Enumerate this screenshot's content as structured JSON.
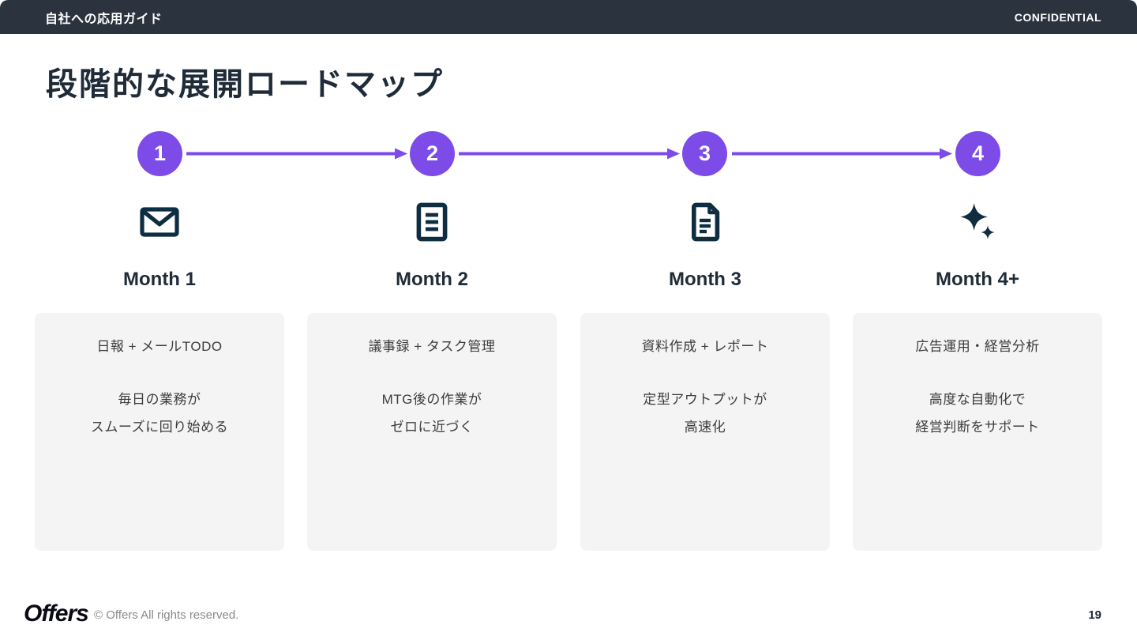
{
  "header": {
    "label": "自社への応用ガイド",
    "confidential": "CONFIDENTIAL"
  },
  "title": "段階的な展開ロードマップ",
  "colors": {
    "accent": "#7C4BE8",
    "header-bg": "#2A333E",
    "icon-ink": "#0E2D40",
    "text-dark": "#1F2B38",
    "card-bg": "#F4F4F4",
    "card-text": "#3C3C3C",
    "muted": "#8A8A8A"
  },
  "phases": [
    {
      "number": "1",
      "icon": "mail-icon",
      "month": "Month 1",
      "card_title": "日報 + メールTODO",
      "card_lines": [
        "毎日の業務が",
        "スムーズに回り始める"
      ]
    },
    {
      "number": "2",
      "icon": "list-document-icon",
      "month": "Month 2",
      "card_title": "議事録 + タスク管理",
      "card_lines": [
        "MTG後の作業が",
        "ゼロに近づく"
      ]
    },
    {
      "number": "3",
      "icon": "document-icon",
      "month": "Month 3",
      "card_title": "資料作成 + レポート",
      "card_lines": [
        "定型アウトプットが",
        "高速化"
      ]
    },
    {
      "number": "4",
      "icon": "sparkles-icon",
      "month": "Month 4+",
      "card_title": "広告運用・経営分析",
      "card_lines": [
        "高度な自動化で",
        "経営判断をサポート"
      ]
    }
  ],
  "footer": {
    "logo": "Offers",
    "copyright": "© Offers All rights reserved.",
    "page_number": "19"
  }
}
